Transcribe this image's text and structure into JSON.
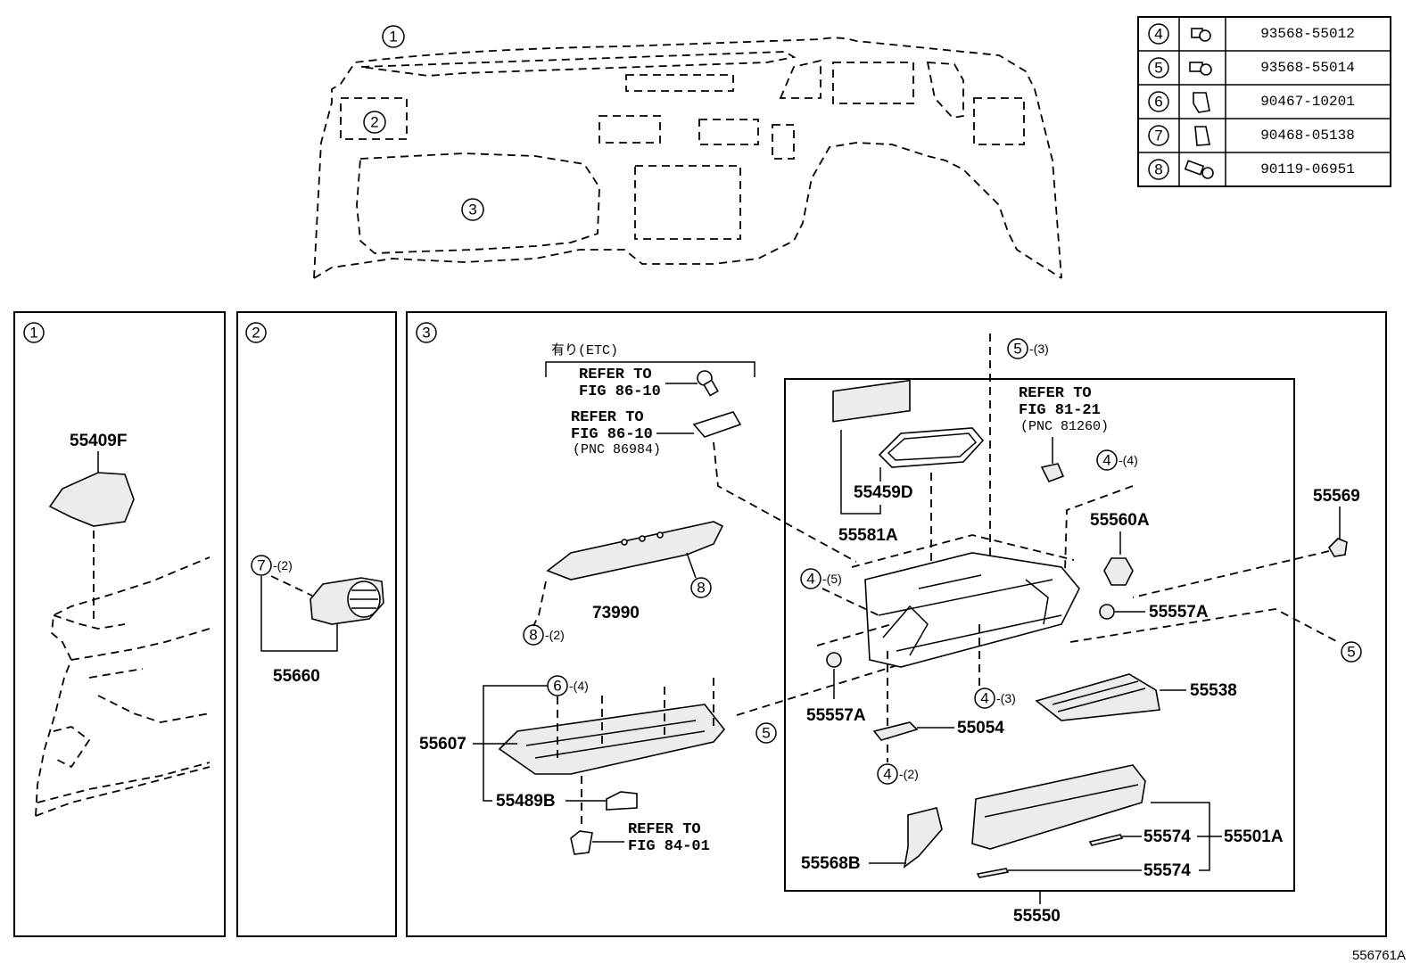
{
  "fastener_table": [
    {
      "ref": "4",
      "part_no": "93568-55012",
      "icon": "flange-bolt-icon"
    },
    {
      "ref": "5",
      "part_no": "93568-55014",
      "icon": "flange-bolt-icon"
    },
    {
      "ref": "6",
      "part_no": "90467-10201",
      "icon": "clip-icon"
    },
    {
      "ref": "7",
      "part_no": "90468-05138",
      "icon": "clip-icon"
    },
    {
      "ref": "8",
      "part_no": "90119-06951",
      "icon": "bolt-icon"
    }
  ],
  "overview": {
    "area_1": "1",
    "area_2": "2",
    "area_3": "3"
  },
  "panels": {
    "p1": {
      "ref": "1",
      "parts": {
        "a": "55409F"
      }
    },
    "p2": {
      "ref": "2",
      "parts": {
        "a": "55660"
      },
      "callouts": {
        "c7": {
          "ref": "7",
          "qty": "-(2)"
        }
      }
    },
    "p3": {
      "ref": "3",
      "etc_label": "有り(ETC)",
      "refers": {
        "r1": {
          "l1": "REFER TO",
          "l2": "FIG 86-10"
        },
        "r2": {
          "l1": "REFER TO",
          "l2": "FIG 86-10",
          "l3": "(PNC 86984)"
        },
        "r3": {
          "l1": "REFER TO",
          "l2": "FIG 81-21",
          "l3": "(PNC 81260)"
        },
        "r4": {
          "l1": "REFER TO",
          "l2": "FIG 84-01"
        }
      },
      "parts": {
        "p73990": "73990",
        "p55607": "55607",
        "p55489B": "55489B",
        "p55459D": "55459D",
        "p55581A": "55581A",
        "p55560A": "55560A",
        "p55569": "55569",
        "p55557A_r": "55557A",
        "p55557A_l": "55557A",
        "p55538": "55538",
        "p55054": "55054",
        "p55568B": "55568B",
        "p55574_a": "55574",
        "p55574_b": "55574",
        "p55501A": "55501A",
        "p55550": "55550"
      },
      "callouts": {
        "c5_top": {
          "ref": "5",
          "qty": "-(3)"
        },
        "c4_tr": {
          "ref": "4",
          "qty": "-(4)"
        },
        "c4_left": {
          "ref": "4",
          "qty": "-(5)"
        },
        "c8_a": {
          "ref": "8",
          "qty": ""
        },
        "c8_b": {
          "ref": "8",
          "qty": "-(2)"
        },
        "c6": {
          "ref": "6",
          "qty": "-(4)"
        },
        "c5_mid": {
          "ref": "5",
          "qty": ""
        },
        "c5_right": {
          "ref": "5",
          "qty": ""
        },
        "c4_mid": {
          "ref": "4",
          "qty": "-(3)"
        },
        "c4_bot": {
          "ref": "4",
          "qty": "-(2)"
        }
      }
    }
  },
  "illustration_code": "556761A"
}
